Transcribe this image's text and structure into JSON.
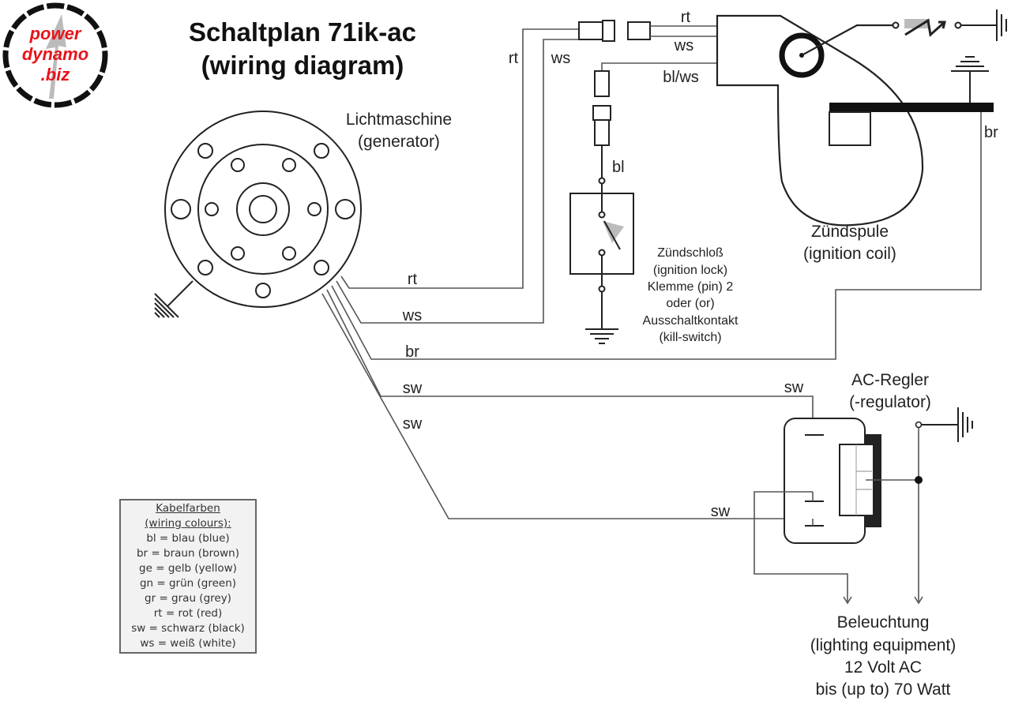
{
  "logo": {
    "line1": "power",
    "line2": "dynamo",
    "line3": ".biz",
    "text_color": "#e8141b"
  },
  "title": {
    "line1": "Schaltplan 71ik-ac",
    "line2": "(wiring diagram)"
  },
  "generator": {
    "label_de": "Lichtmaschine",
    "label_en": "(generator)"
  },
  "ignition_coil": {
    "label_de": "Zündspule",
    "label_en": "(ignition coil)"
  },
  "ignition_lock": {
    "lines": [
      "Zündschloß",
      "(ignition lock)",
      "Klemme (pin) 2",
      "oder (or)",
      "Ausschaltkontakt",
      "(kill-switch)"
    ]
  },
  "regulator": {
    "label_de": "AC-Regler",
    "label_en": "(-regulator)"
  },
  "lighting": {
    "lines": [
      "Beleuchtung",
      "(lighting equipment)",
      "12 Volt AC",
      "bis (up to) 70 Watt"
    ]
  },
  "wire_labels": {
    "gen_rt": "rt",
    "gen_ws": "ws",
    "gen_br": "br",
    "gen_sw1": "sw",
    "gen_sw2": "sw",
    "vert_rt": "rt",
    "vert_ws": "ws",
    "coil_rt": "rt",
    "coil_ws": "ws",
    "coil_blws": "bl/ws",
    "lock_bl": "bl",
    "coil_br": "br",
    "reg_sw1": "sw",
    "reg_sw2": "sw"
  },
  "legend": {
    "header1": "Kabelfarben",
    "header2": "(wiring colours):",
    "entries": [
      "bl = blau (blue)",
      "br = braun (brown)",
      "ge = gelb (yellow)",
      "gn = grün (green)",
      "gr = grau (grey)",
      "rt = rot (red)",
      "sw = schwarz (black)",
      "ws = weiß (white)"
    ]
  }
}
